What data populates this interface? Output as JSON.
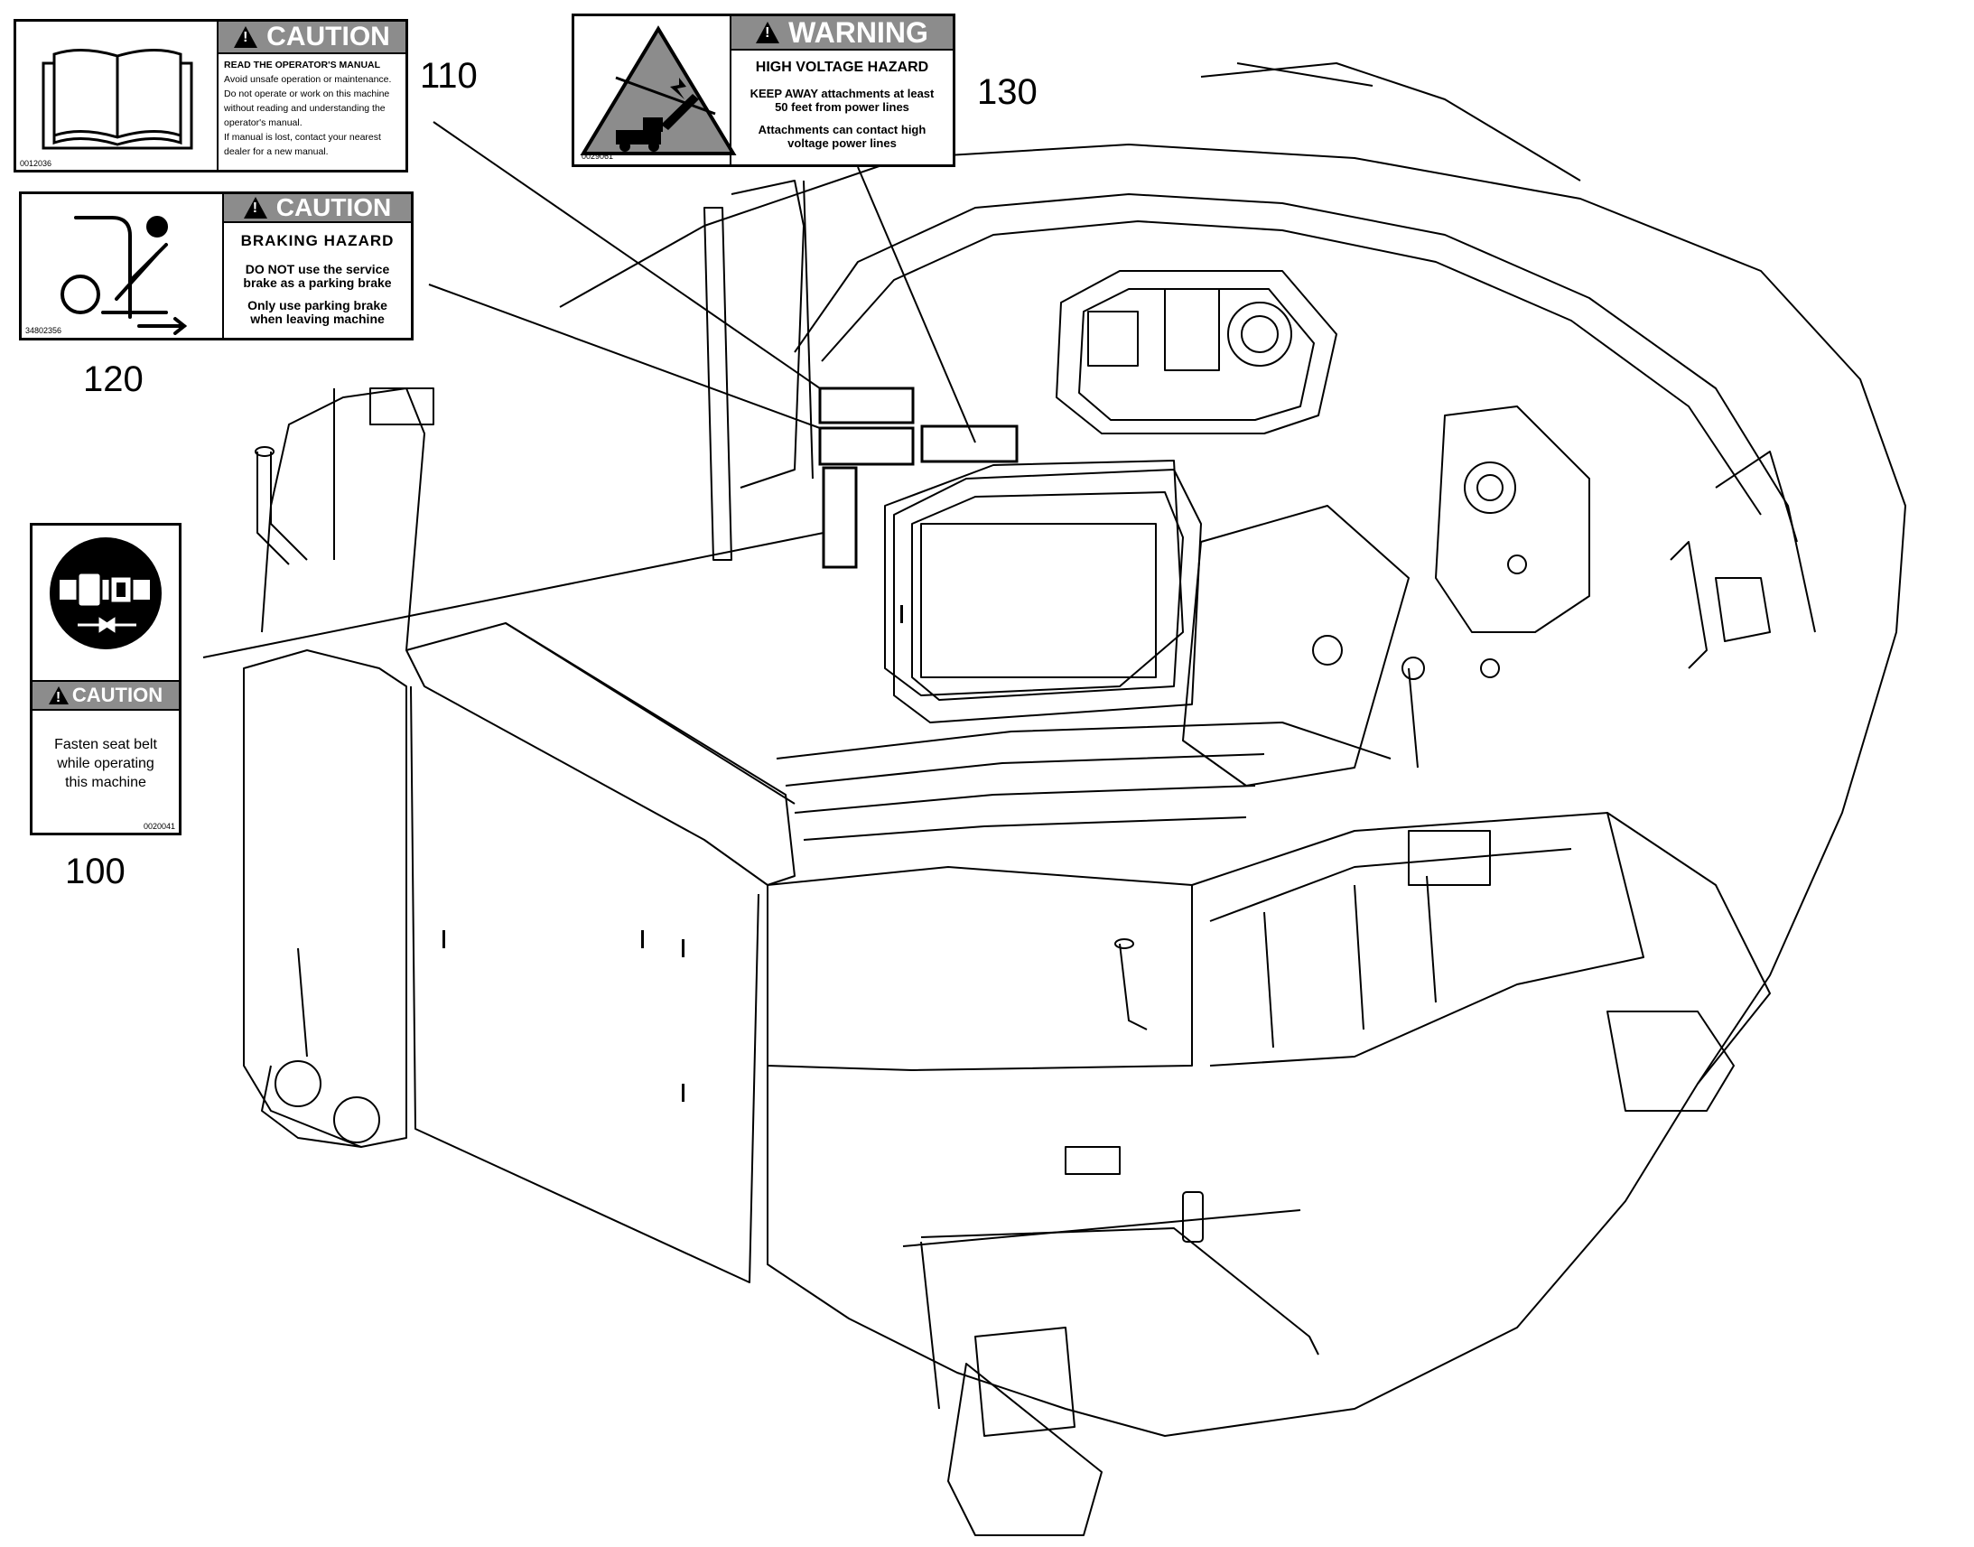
{
  "decals": {
    "manual": {
      "number": "110",
      "header": "CAUTION",
      "lines": [
        "READ THE OPERATOR'S MANUAL",
        "Avoid unsafe operation or maintenance.",
        "Do not operate or work on this machine",
        "without reading and understanding the",
        "operator's manual.",
        "If manual is lost, contact your nearest",
        "dealer for a new manual."
      ],
      "code": "0012036"
    },
    "braking": {
      "number": "120",
      "header": "CAUTION",
      "title": "BRAKING HAZARD",
      "lines1": [
        "DO NOT use the service",
        "brake as a parking brake"
      ],
      "lines2": [
        "Only use parking brake",
        "when leaving machine"
      ],
      "code": "34802356"
    },
    "voltage": {
      "number": "130",
      "header": "WARNING",
      "title": "HIGH VOLTAGE HAZARD",
      "lines1": [
        "KEEP AWAY attachments at least",
        "50 feet from power lines"
      ],
      "lines2": [
        "Attachments can contact high",
        "voltage power lines"
      ],
      "code": "0029061"
    },
    "seatbelt": {
      "number": "100",
      "header": "CAUTION",
      "lines": [
        "Fasten seat belt",
        "while operating",
        "this machine"
      ],
      "code": "0020041"
    }
  }
}
